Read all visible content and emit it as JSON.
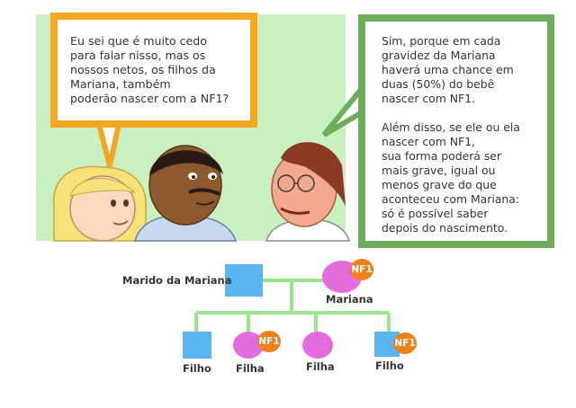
{
  "bubbles": {
    "left_text": "Eu sei que é muito cedo\npara falar nisso, mas os\nnossos netos, os filhos da\nMariana, também\npoderão nascer com a NF1?",
    "right_text": "Sim, porque em cada\ngravidez da Mariana\nhaverá uma chance em\nduas (50%) do bebê\nnascer com NF1.\n\nAlém disso, se ele ou ela\nnascer com NF1,\nsua forma poderá ser\nmais grave, igual ou\nmenos grave do que\naconteceu com Mariana:\nsó é possível saber\ndepois do nascimento."
  },
  "pedigree": {
    "husband_label": "Marido da Mariana",
    "wife_label": "Mariana",
    "wife_badge": "NF1",
    "children": [
      {
        "label": "Filho",
        "sex": "male",
        "affected": false
      },
      {
        "label": "Filha",
        "sex": "female",
        "affected": true,
        "badge": "NF1"
      },
      {
        "label": "Filha",
        "sex": "female",
        "affected": false
      },
      {
        "label": "Filho",
        "sex": "male",
        "affected": true,
        "badge": "NF1"
      }
    ]
  },
  "colors": {
    "male": "#5ab4ee",
    "female": "#e46ddd",
    "badge": "#ef7f1a",
    "line": "#9be58f",
    "bubble_left_border": "#f5a623",
    "bubble_right_border": "#6eac5c",
    "panel": "#c9f0c0"
  }
}
